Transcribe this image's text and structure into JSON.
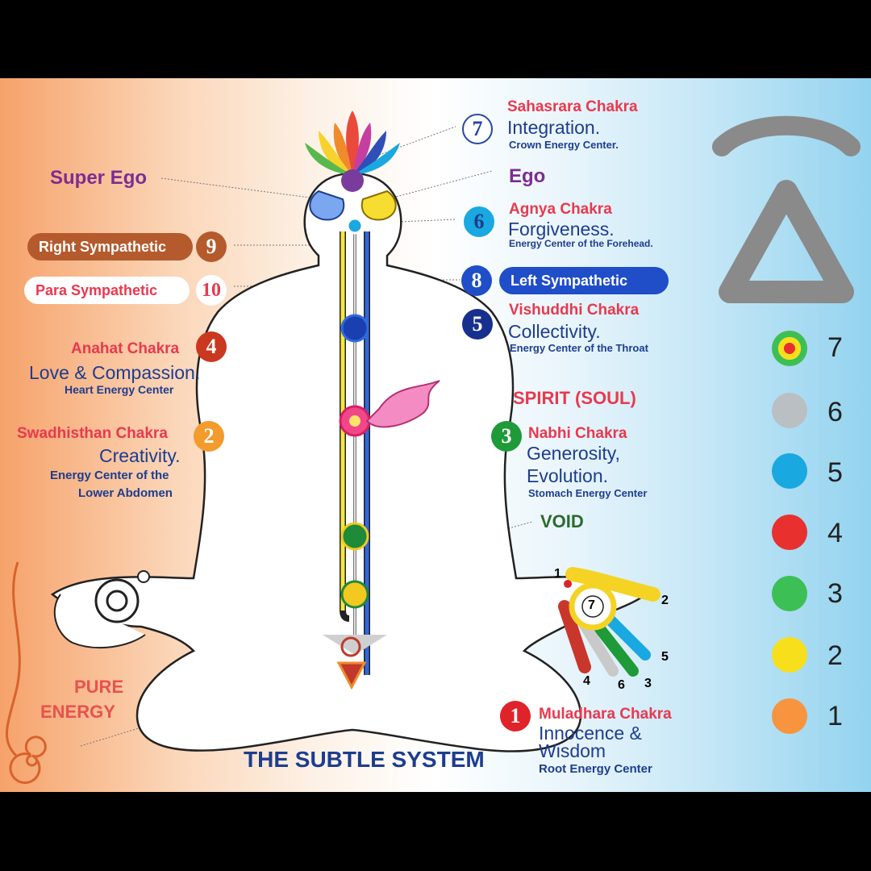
{
  "title": "THE SUBTLE SYSTEM",
  "chakras": {
    "c7": {
      "num": "7",
      "name": "Sahasrara Chakra",
      "quality": "Integration.",
      "center": "Crown Energy Center."
    },
    "c6": {
      "num": "6",
      "name": "Agnya Chakra",
      "quality": "Forgiveness.",
      "center": "Energy Center of the Forehead."
    },
    "c5": {
      "num": "5",
      "name": "Vishuddhi Chakra",
      "quality": "Collectivity.",
      "center": "Energy Center of the Throat"
    },
    "c4": {
      "num": "4",
      "name": "Anahat Chakra",
      "quality": "Love & Compassion.",
      "center": "Heart Energy Center"
    },
    "c3": {
      "num": "3",
      "name": "Nabhi Chakra",
      "quality_1": "Generosity,",
      "quality_2": "Evolution.",
      "center": "Stomach Energy Center"
    },
    "c2": {
      "num": "2",
      "name": "Swadhisthan Chakra",
      "quality": "Creativity.",
      "center_1": "Energy Center of the",
      "center_2": "Lower Abdomen"
    },
    "c1": {
      "num": "1",
      "name": "Muladhara Chakra",
      "quality_1": "Innocence &",
      "quality_2": "Wisdom",
      "center": "Root Energy Center"
    }
  },
  "labels": {
    "super_ego": "Super Ego",
    "ego": "Ego",
    "spirit": "SPIRIT (SOUL)",
    "void": "VOID",
    "pure_1": "PURE",
    "pure_2": "ENERGY"
  },
  "channels": {
    "right": {
      "num": "9",
      "label": "Right Sympathetic"
    },
    "para": {
      "num": "10",
      "label": "Para Sympathetic"
    },
    "left": {
      "num": "8",
      "label": "Left Sympathetic"
    }
  },
  "hand_numbers": [
    "1",
    "2",
    "7",
    "5",
    "4",
    "6",
    "3"
  ],
  "legend": [
    {
      "value": "7",
      "color": "multicolor"
    },
    {
      "value": "6",
      "color": "#b9bfc3"
    },
    {
      "value": "5",
      "color": "#1aa8e0"
    },
    {
      "value": "4",
      "color": "#e8302f"
    },
    {
      "value": "3",
      "color": "#3cbf55"
    },
    {
      "value": "2",
      "color": "#f7df1c"
    },
    {
      "value": "1",
      "color": "#f7943d"
    }
  ],
  "colors": {
    "red_label": "#e8394e",
    "blue_text": "#1d3d8f",
    "purple": "#7c2d91",
    "void_green": "#2d6a2f",
    "left_channel": "#2f67e0",
    "right_channel": "#f5e63a",
    "center_channel": "#d8d8d8",
    "logo_gray": "#8a8a8a"
  }
}
